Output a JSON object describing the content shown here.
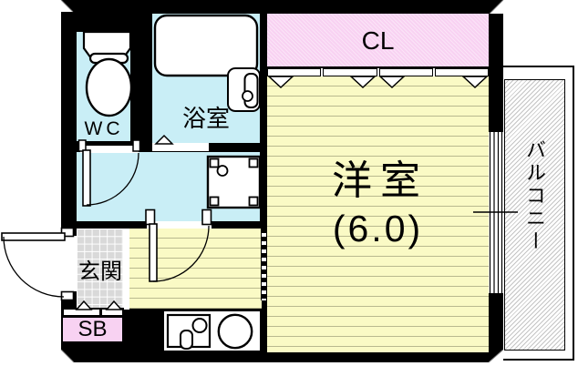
{
  "plan": {
    "type": "floor-plan",
    "rooms": {
      "closet": {
        "label": "CL"
      },
      "bathroom": {
        "label": "浴室"
      },
      "toilet": {
        "label": "WC"
      },
      "western_room": {
        "label": "洋室",
        "size": "(6.0)"
      },
      "balcony": {
        "label": "バルコニー"
      },
      "entrance": {
        "label": "玄関"
      },
      "shoe_box": {
        "label": "SB"
      }
    },
    "icons": [
      "toilet-icon",
      "bathtub-icon",
      "washbasin-icon",
      "washing-machine-pan-icon",
      "kitchen-sink-icon",
      "stove-burner-icon",
      "door-swing-icon",
      "sliding-window-icon",
      "folding-door-marker-icon",
      "step-marker-icon"
    ],
    "colors": {
      "wall": "#000000",
      "wet_area_fill": "#c9eef6",
      "room_fill": "#fafac5",
      "closet_fill": "#f8d2f2",
      "entrance_tile": "#d9d9d9",
      "balcony_hatch_line": "#c4c4c4",
      "floor_line": "#b9b98f",
      "text": "#000000"
    }
  }
}
